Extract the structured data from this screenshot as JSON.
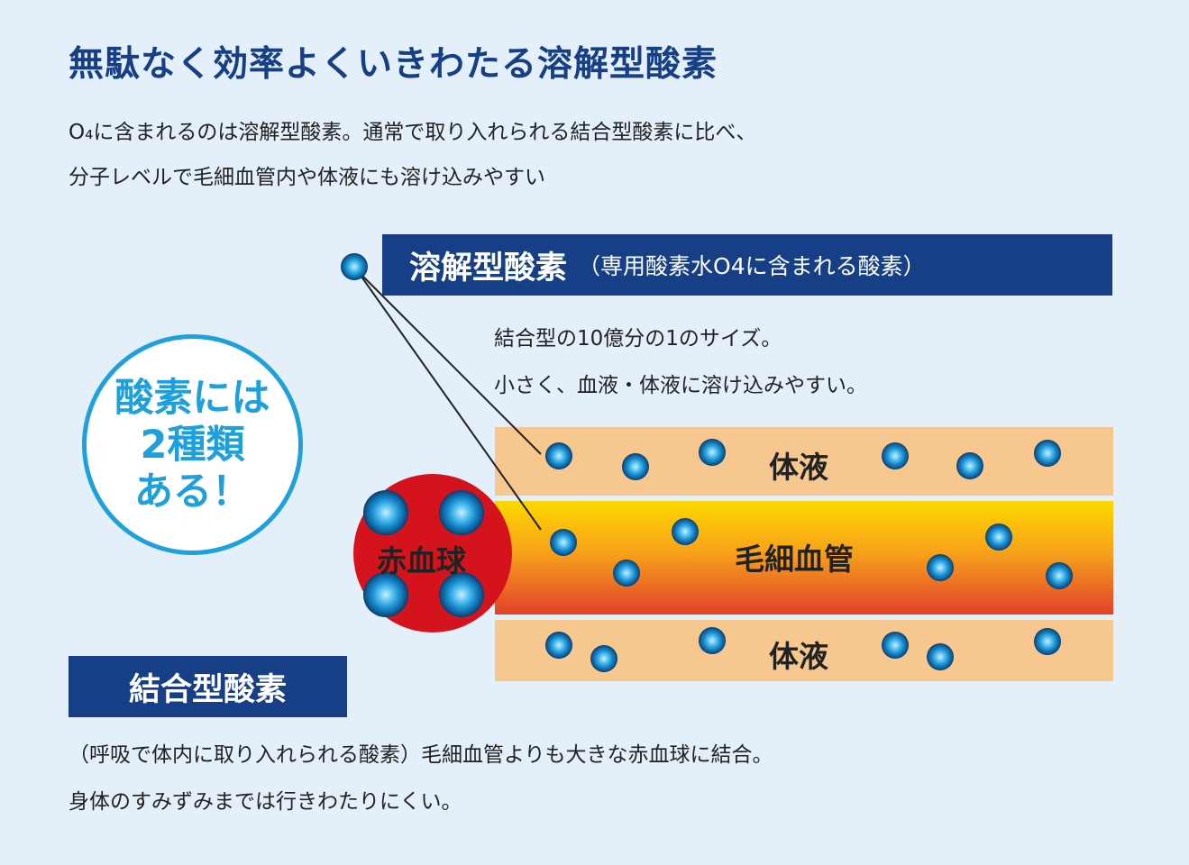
{
  "title": "無駄なく効率よくいきわたる溶解型酸素",
  "intro": {
    "line1": "O₄に含まれるのは溶解型酸素。通常で取り入れられる結合型酸素に比べ、",
    "line2": "分子レベルで毛細血管内や体液にも溶け込みやすい"
  },
  "callout": {
    "line1": "酸素には",
    "line2": "2種類",
    "line3": "ある！"
  },
  "dissolved": {
    "heading": "溶解型酸素",
    "subheading": "（専用酸素水O4に含まれる酸素）",
    "desc1": "結合型の10億分の1のサイズ。",
    "desc2": "小さく、血液・体液に溶け込みやすい。"
  },
  "bound": {
    "heading": "結合型酸素",
    "desc1": "（呼吸で体内に取り入れられる酸素）毛細血管よりも大きな赤血球に結合。",
    "desc2": "身体のすみずみまでは行きわたりにくい。"
  },
  "diagram": {
    "top_layer_label": "体液",
    "middle_layer_label": "毛細血管",
    "bottom_layer_label": "体液",
    "red_cell_label": "赤血球"
  },
  "colors": {
    "title": "#163f86",
    "banner": "#163f86",
    "callout": "#1ea0dc",
    "fluid": "#f6c78f",
    "vessel_top": "#fcd800",
    "vessel_bottom": "#e2412a",
    "red_cell": "#d5131c",
    "oxygen": "#1a8fd0"
  }
}
